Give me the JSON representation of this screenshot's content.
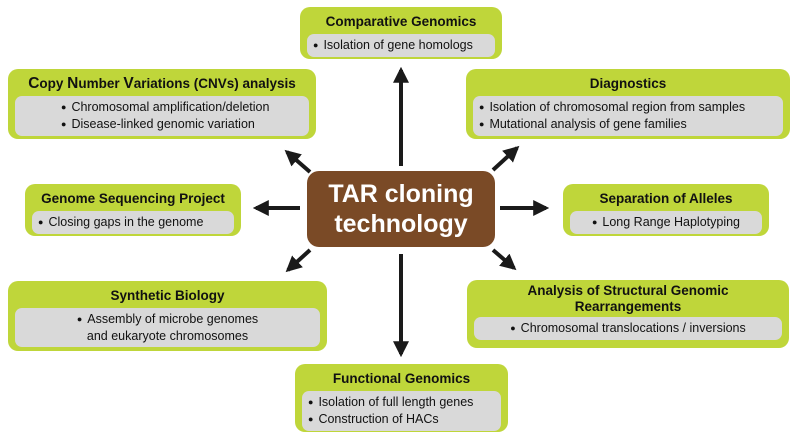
{
  "center": {
    "line1": "TAR cloning",
    "line2": "technology"
  },
  "boxes": {
    "comparative_genomics": {
      "title": "Comparative Genomics",
      "items": [
        "Isolation of gene homologs"
      ]
    },
    "cnv": {
      "title_parts": [
        "C",
        "opy ",
        "N",
        "umber ",
        "V",
        "ariations (CNVs) analysis"
      ],
      "items": [
        "Chromosomal amplification/deletion",
        "Disease-linked genomic variation"
      ]
    },
    "diagnostics": {
      "title": "Diagnostics",
      "items": [
        "Isolation of chromosomal region from samples",
        "Mutational analysis of gene families"
      ]
    },
    "genome_sequencing": {
      "title": "Genome Sequencing Project",
      "items": [
        "Closing gaps in the genome"
      ]
    },
    "separation_alleles": {
      "title": "Separation of Alleles",
      "items": [
        "Long Range Haplotyping"
      ]
    },
    "synthetic_biology": {
      "title": "Synthetic Biology",
      "items": [
        "Assembly of microbe genomes"
      ],
      "continuation": "and eukaryote chromosomes"
    },
    "structural": {
      "title_lines": [
        "Analysis of Structural Genomic",
        "Rearrangements"
      ],
      "items": [
        "Chromosomal translocations / inversions"
      ]
    },
    "functional_genomics": {
      "title": "Functional Genomics",
      "items": [
        "Isolation of full length genes",
        "Construction of HACs"
      ]
    }
  },
  "colors": {
    "box_fill": "#bfd63a",
    "panel_fill": "#d9d9d9",
    "center_fill": "#7a4a26",
    "arrow": "#1a1a1a"
  }
}
